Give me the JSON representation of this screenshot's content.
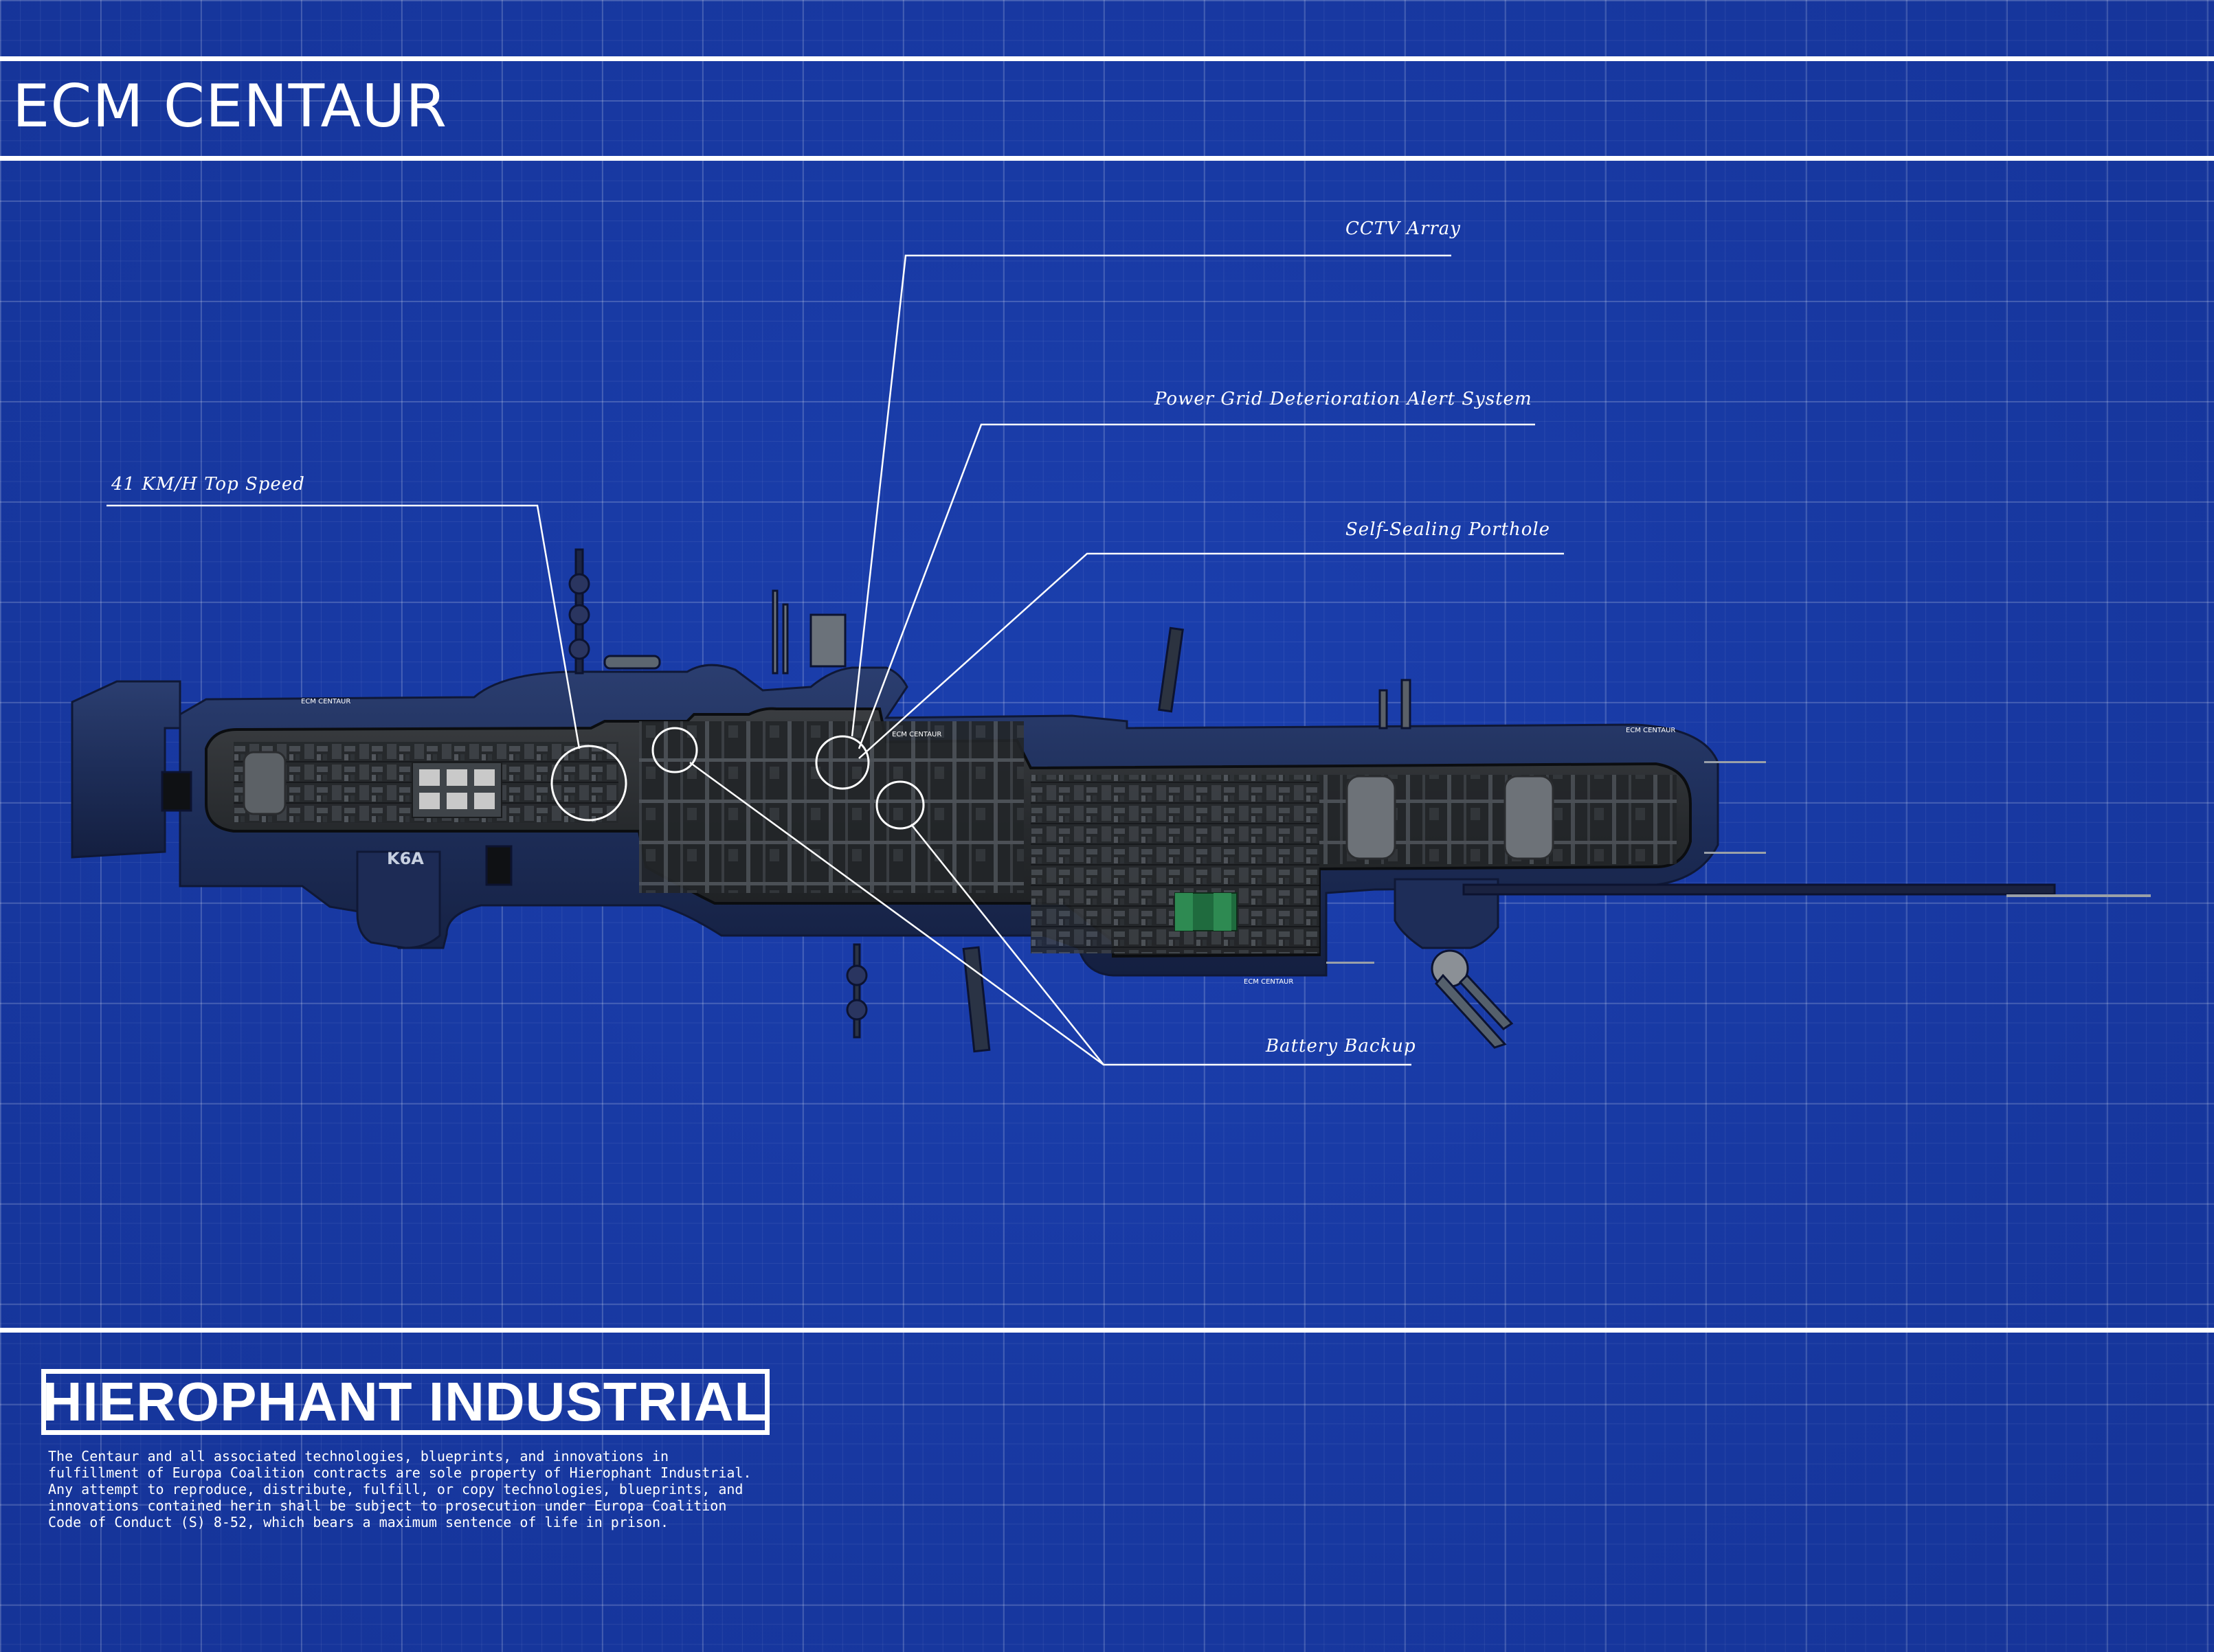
{
  "header": {
    "title": "ECM CENTAUR"
  },
  "callouts": {
    "cctv": "CCTV Array",
    "power_grid": "Power Grid Deterioration Alert System",
    "top_speed": "41 KM/H Top Speed",
    "porthole": "Self-Sealing Porthole",
    "battery": "Battery Backup"
  },
  "hull_markings": {
    "name_marking": "ECM CENTAUR",
    "hull_code": "K6A"
  },
  "footer": {
    "brand": "HIEROPHANT INDUSTRIAL",
    "legal": "The Centaur and all associated technologies, blueprints, and innovations in\nfulfillment of Europa Coalition contracts are sole property of Hierophant Industrial.\nAny attempt to reproduce, distribute, fulfill, or copy technologies, blueprints, and\ninnovations contained herin shall be subject to prosecution under Europa Coalition\nCode of Conduct (S) 8-52, which bears a maximum sentence of life in prison."
  },
  "colors": {
    "background": "#1b3fae",
    "grid": "#ffffff",
    "hull": "#1f2f5c",
    "interior": "#2a2d30",
    "lines": "#ffffff"
  }
}
